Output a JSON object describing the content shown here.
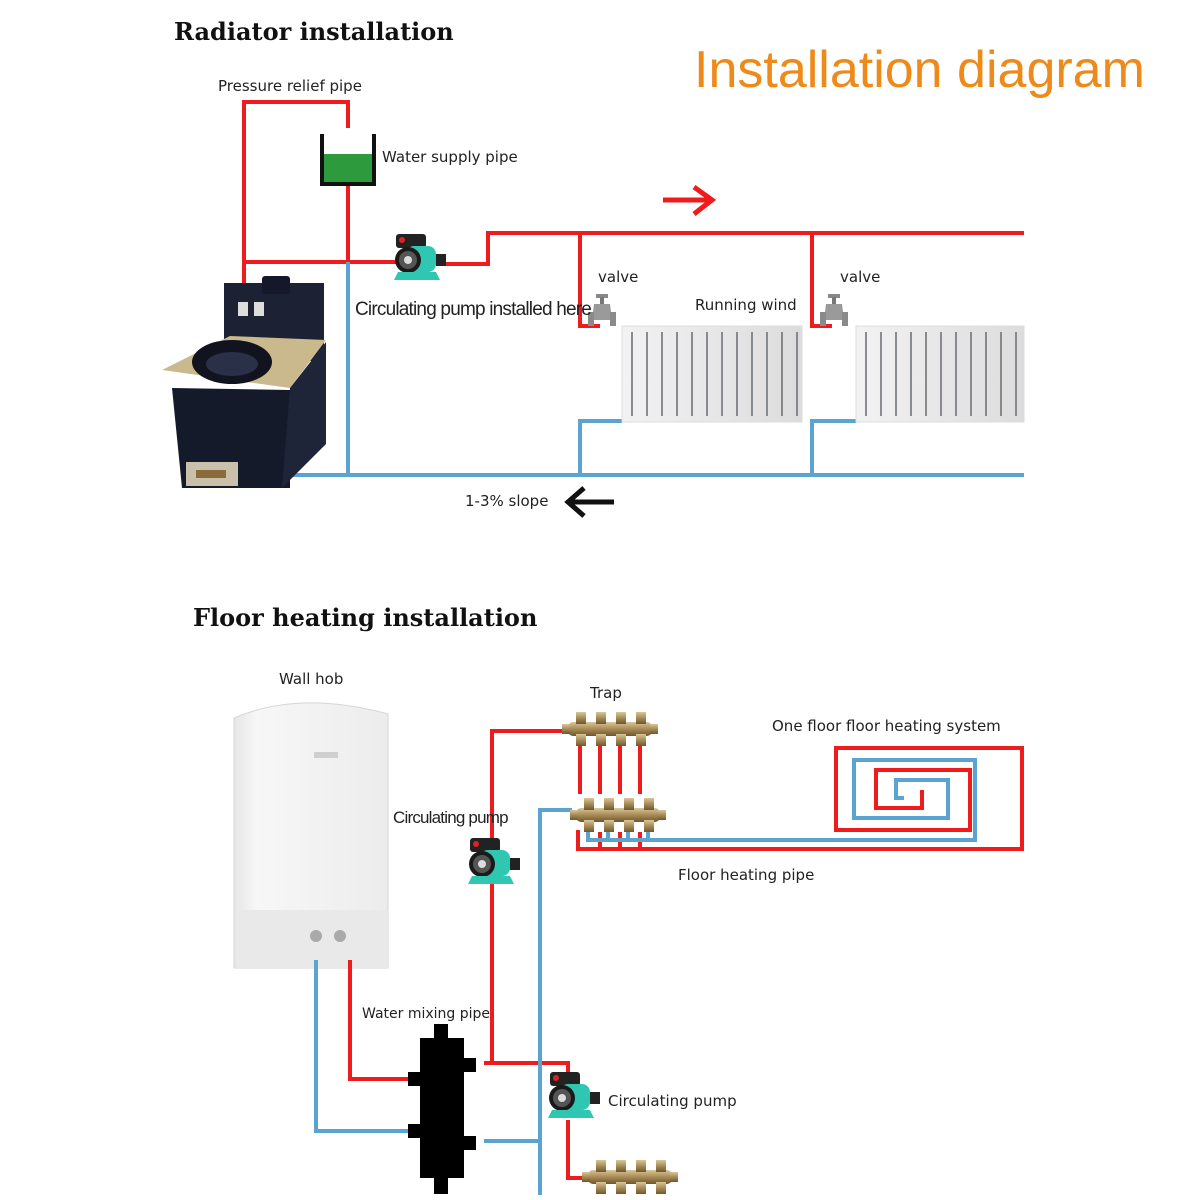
{
  "header": {
    "main_title": "Installation diagram",
    "accent_color": "#ee8a1a"
  },
  "colors": {
    "hot_pipe": "#ee1c1c",
    "cold_pipe": "#5ba3d0",
    "water": "#2e9a3e"
  },
  "radiator_section": {
    "title": "Radiator installation",
    "labels": {
      "pressure_relief": "Pressure relief pipe",
      "water_supply": "Water supply pipe",
      "pump_note": "Circulating pump installed here",
      "valve_1": "valve",
      "valve_2": "valve",
      "running_wind": "Running wind",
      "slope": "1-3% slope"
    },
    "icons": [
      "stove-boiler-icon",
      "circulating-pump-icon",
      "valve-icon",
      "radiator-icon",
      "arrow-right-icon",
      "arrow-left-icon",
      "expansion-tank-icon"
    ]
  },
  "floor_section": {
    "title": "Floor heating installation",
    "labels": {
      "wall_hob": "Wall hob",
      "trap": "Trap",
      "one_floor": "One floor floor heating system",
      "pump_1": "Circulating pump",
      "floor_pipe": "Floor heating pipe",
      "mixing_pipe": "Water mixing pipe",
      "pump_2": "Circulating pump"
    },
    "icons": [
      "wall-boiler-icon",
      "manifold-icon",
      "circulating-pump-icon",
      "mixing-pipe-icon",
      "floor-coil-icon"
    ]
  }
}
